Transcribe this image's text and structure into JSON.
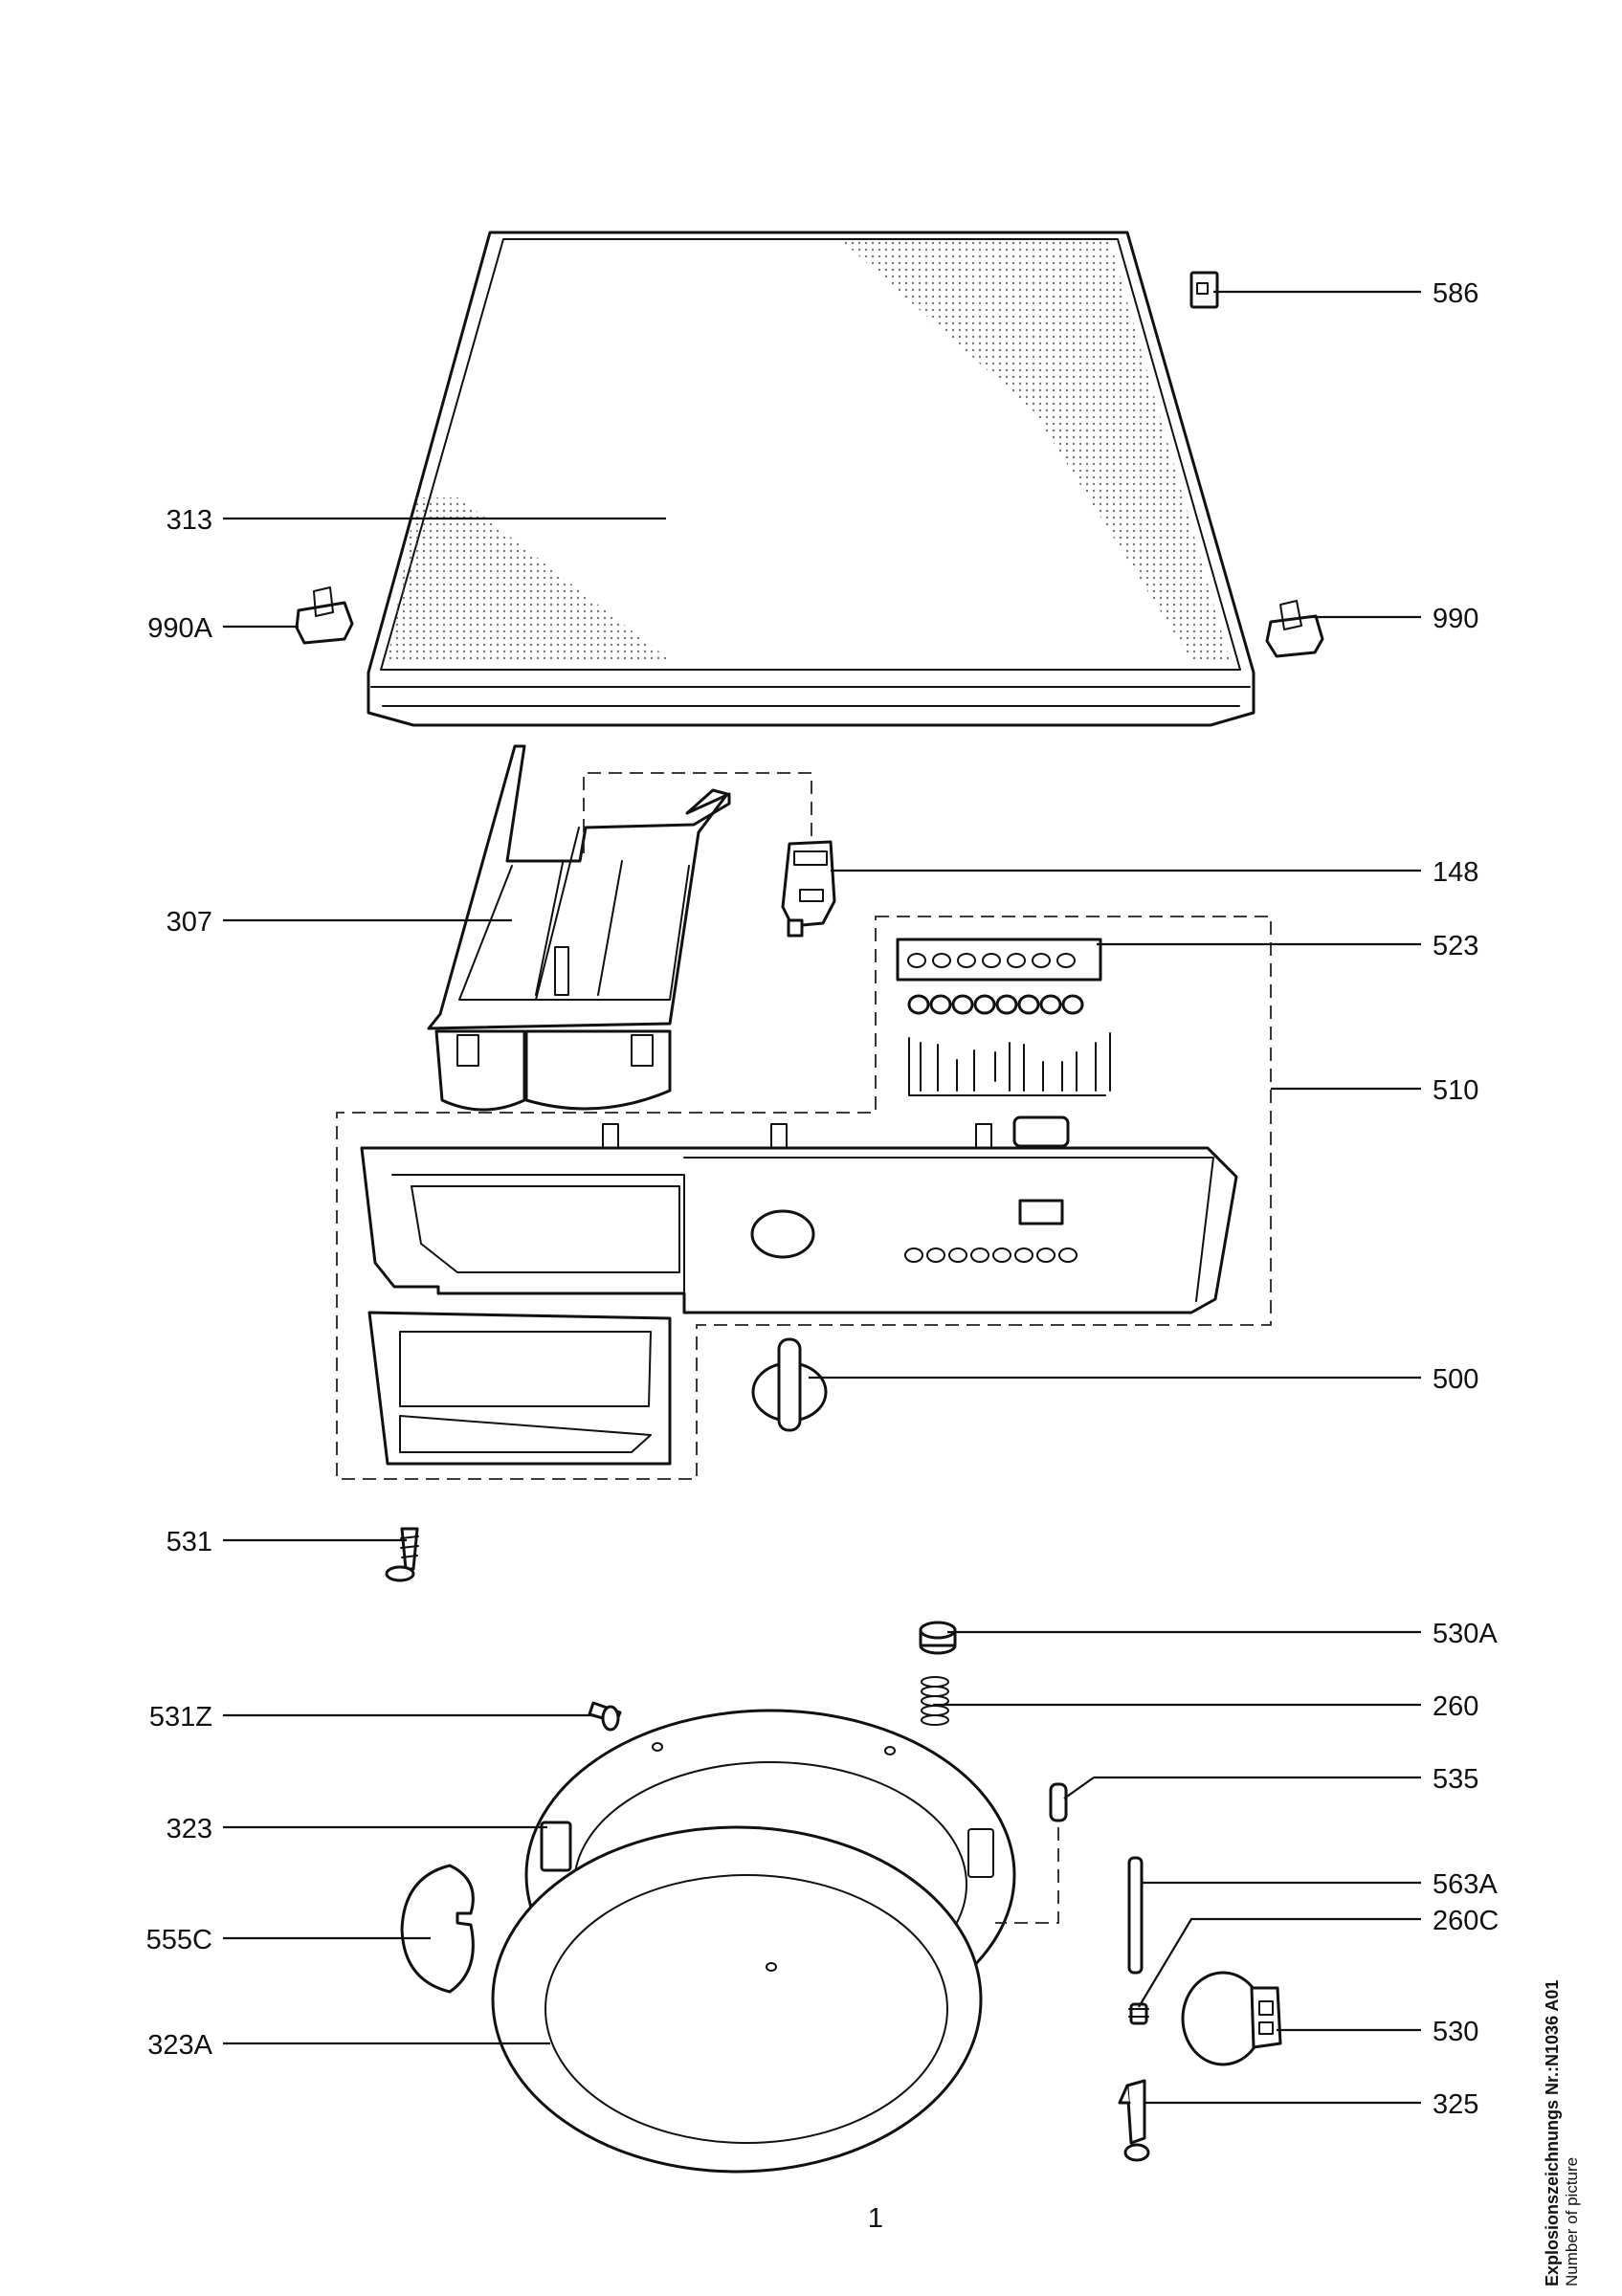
{
  "callouts": {
    "c586": "586",
    "c313": "313",
    "c990A": "990A",
    "c990": "990",
    "c148": "148",
    "c307": "307",
    "c523": "523",
    "c510": "510",
    "c500": "500",
    "c531": "531",
    "c530A": "530A",
    "c531Z": "531Z",
    "c260": "260",
    "c535": "535",
    "c323": "323",
    "c563A": "563A",
    "c260C": "260C",
    "c555C": "555C",
    "c530": "530",
    "c323A": "323A",
    "c325": "325"
  },
  "page_number": "1",
  "picture_label": {
    "line1": "Explosionszeichnungs Nr.:N1036  A01",
    "line2": "Number of picture"
  }
}
